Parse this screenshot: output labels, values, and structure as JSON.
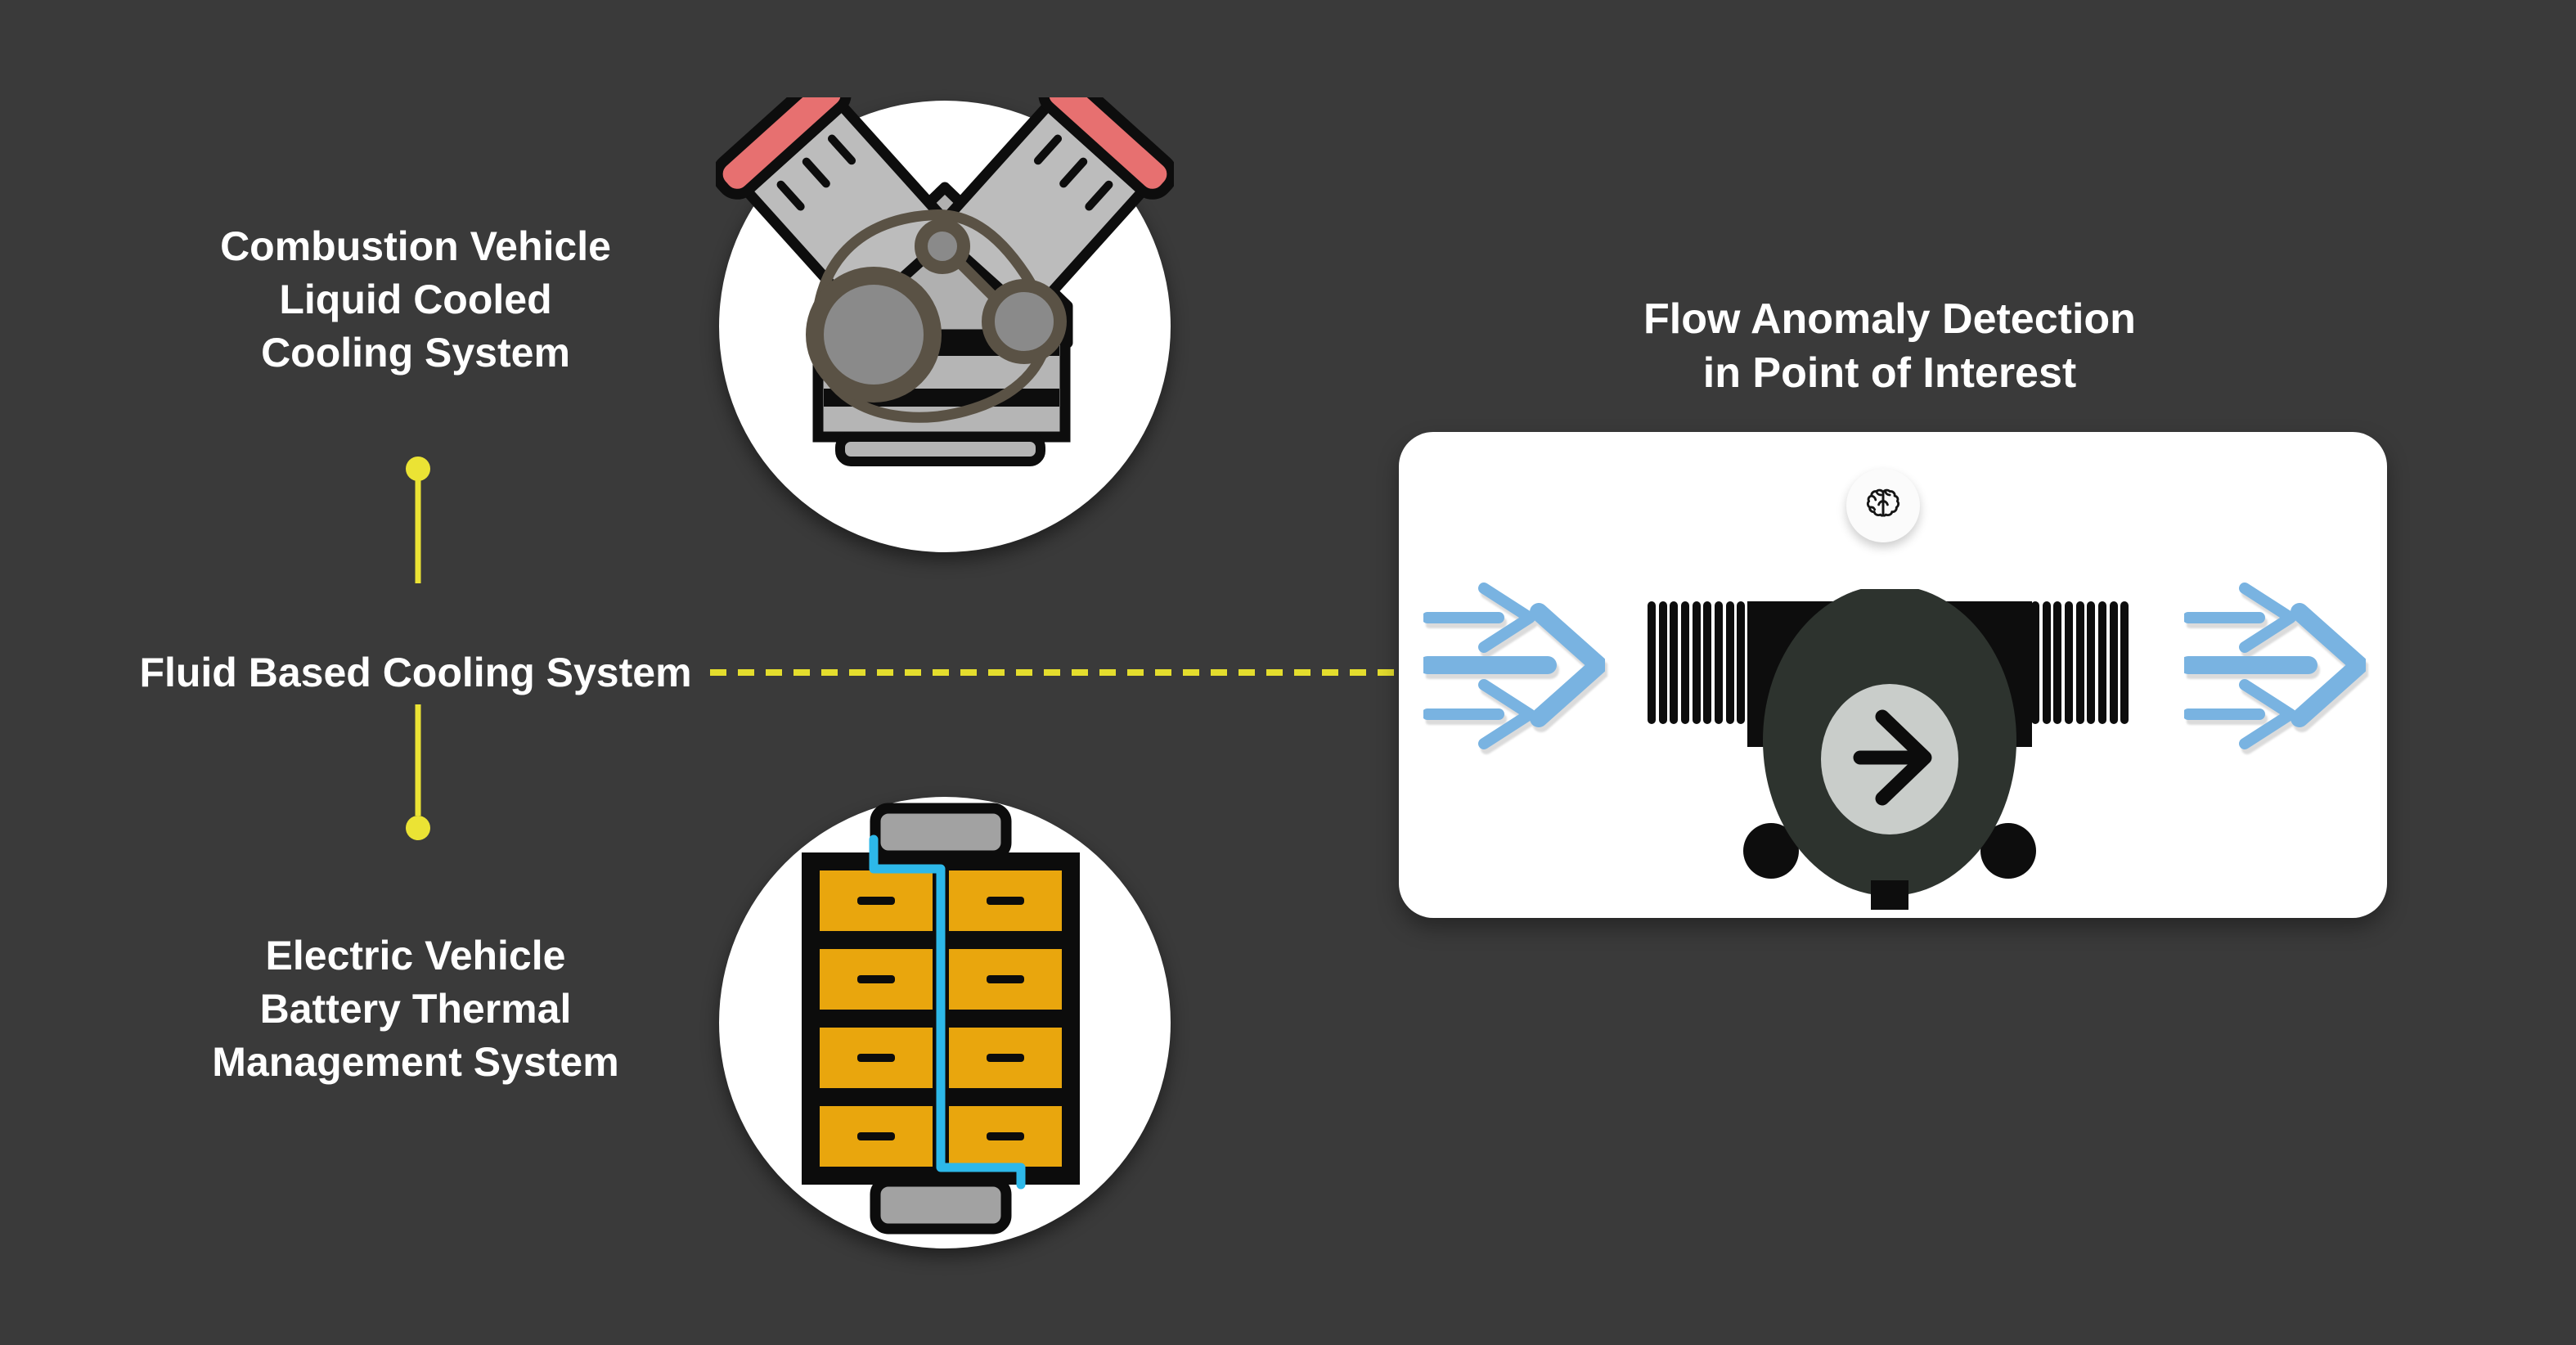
{
  "left_column": {
    "top_label": {
      "lines": [
        "Combustion Vehicle",
        "Liquid Cooled",
        "Cooling System"
      ]
    },
    "middle_label": "Fluid Based Cooling System",
    "bottom_label": {
      "lines": [
        "Electric Vehicle",
        "Battery Thermal",
        "Management System"
      ]
    }
  },
  "right_panel": {
    "title_lines": [
      "Flow Anomaly Detection",
      "in Point of Interest"
    ]
  },
  "icons": {
    "engine": "v-engine-icon",
    "battery": "battery-pack-icon",
    "brain": "brain-icon",
    "flow_in": "triple-flow-arrows-icon",
    "flow_out": "triple-flow-arrows-icon",
    "pump": "pump-valve-icon"
  },
  "colors": {
    "background": "#3a3a3a",
    "text_white": "#ffffff",
    "accent_yellow": "#ebe334",
    "dashed_yellow": "#e4dd2d",
    "flow_blue": "#79b3e1",
    "panel_white": "#ffffff",
    "pump_dark": "#2d332e",
    "pump_inner_gray": "#c9cdca",
    "battery_orange": "#e9a60d",
    "coolant_cyan": "#2db8e9",
    "engine_red": "#e77070",
    "terminal_gray": "#a2a2a2",
    "belt_brown": "#5a5245",
    "outline_black": "#0d0d0d"
  }
}
